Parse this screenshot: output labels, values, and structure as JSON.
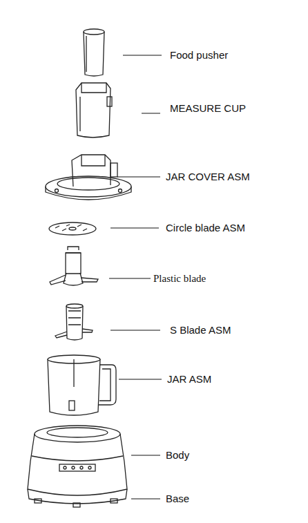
{
  "diagram": {
    "labels": [
      "Food pusher",
      "MEASURE CUP",
      "JAR COVER ASM",
      "Circle blade ASM",
      "Plastic blade",
      "S Blade ASM",
      "JAR ASM",
      "Body",
      "Base"
    ]
  }
}
